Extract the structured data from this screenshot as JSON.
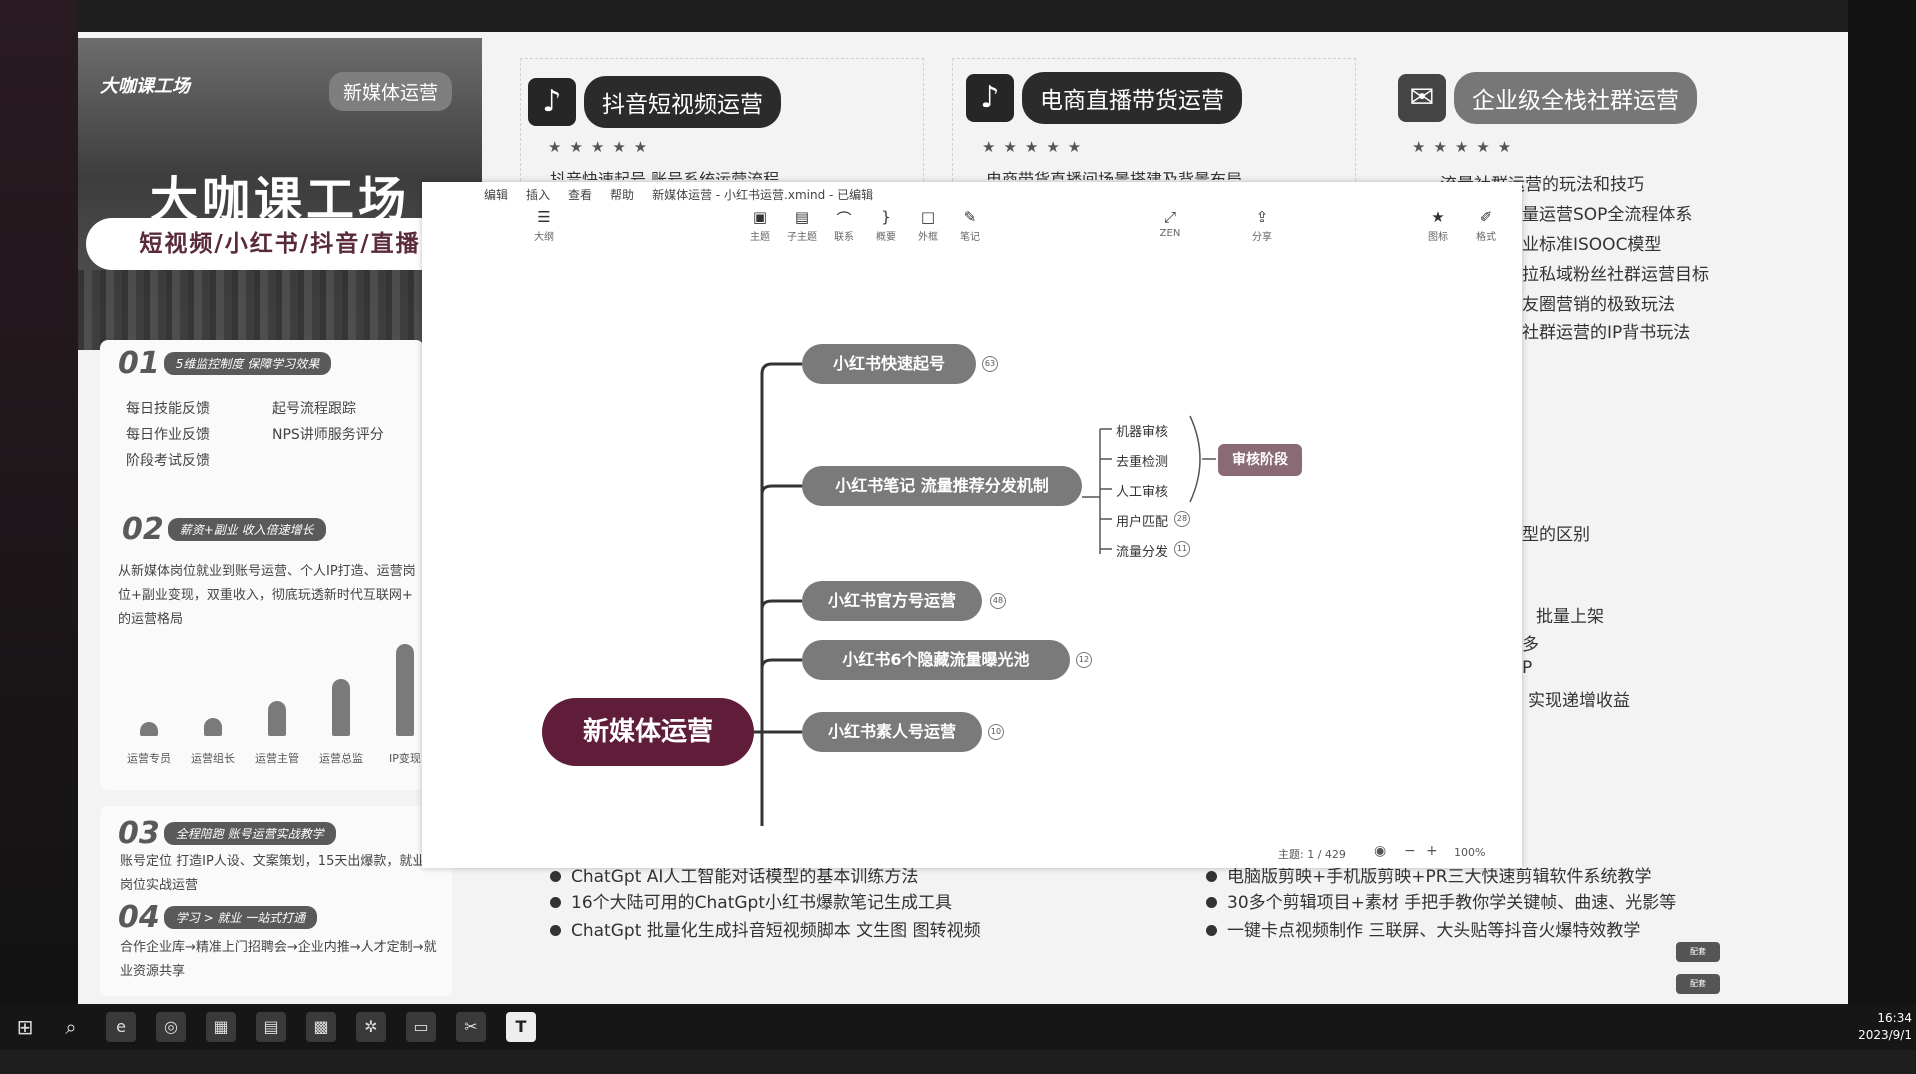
{
  "banner": {
    "logo": "大咖课工场",
    "tag": "新媒体运营",
    "title": "大咖课工场",
    "subtitle": "短视频/小红书/抖音/直播"
  },
  "left_panel": {
    "sec1_num": "01",
    "sec1_label": "5维监控制度 保障学习效果",
    "bullets": [
      "每日技能反馈",
      "起号流程跟踪",
      "每日作业反馈",
      "NPS讲师服务评分",
      "阶段考试反馈"
    ],
    "sec2_num": "02",
    "sec2_label": "薪资+副业 收入倍速增长",
    "sec2_text": "从新媒体岗位就业到账号运营、个人IP打造、运营岗位+副业变现，双重收入，彻底玩透新时代互联网+ 的运营格局",
    "bars": [
      {
        "label": "运营专员",
        "level": 0.08
      },
      {
        "label": "运营组长",
        "level": 0.2
      },
      {
        "label": "运营主管",
        "level": 0.38
      },
      {
        "label": "运营总监",
        "level": 0.62
      },
      {
        "label": "IP变现",
        "level": 1.0
      }
    ],
    "sec3_num": "03",
    "sec3_label": "全程陪跑 账号运营实战教学",
    "sec3_text": "账号定位 打造IP人设、文案策划，15天出爆款，就业岗位实战运营",
    "sec4_num": "04",
    "sec4_label": "学习 > 就业 一站式打通",
    "sec4_text": "合作企业库→精准上门招聘会→企业内推→人才定制→就业资源共享"
  },
  "courses": [
    {
      "icon": "tiktok-icon",
      "name": "抖音短视频运营",
      "stars": "★★★★★",
      "first_line": "抖音快速起号 账号系统运营流程"
    },
    {
      "icon": "tiktok-icon",
      "name": "电商直播带货运营",
      "stars": "★★★★★",
      "first_line": "电商带货直播间场景搭建及背景布局"
    },
    {
      "icon": "wechat-icon",
      "name": "企业级全栈社群运营",
      "stars": "★★★★★"
    }
  ],
  "right_list": [
    "流量社群运营的玩法和技巧",
    "量运营SOP全流程体系",
    "业标准ISOOC模型",
    "拉私域粉丝社群运营目标",
    "友圈营销的极致玩法",
    "社群运营的IP背书玩法"
  ],
  "right_fragments": [
    "型的区别",
    "批量上架",
    "多",
    "P",
    "实现递增收益"
  ],
  "bottom_left": [
    "ChatGpt AI人工智能对话模型的基本训练方法",
    "16个大陆可用的ChatGpt小红书爆款笔记生成工具",
    "ChatGpt 批量化生成抖音短视频脚本 文生图 图转视频"
  ],
  "bottom_right": [
    "电脑版剪映+手机版剪映+PR三大快速剪辑软件系统教学",
    "30多个剪辑项目+素材 手把手教你学关键帧、曲速、光影等",
    "一键卡点视频制作 三联屏、大头贴等抖音火爆特效教学"
  ],
  "mini_buttons": [
    "配套",
    "配套"
  ],
  "xmind": {
    "menu": [
      "编辑",
      "插入",
      "查看",
      "帮助"
    ],
    "title": "新媒体运营 - 小红书运营.xmind - 已编辑",
    "sidebar_label": "大纲",
    "tools": [
      "主题",
      "子主题",
      "联系",
      "概要",
      "外框",
      "笔记"
    ],
    "zen": "ZEN",
    "share": "分享",
    "icons_label": "图标",
    "format_label": "格式",
    "root": "新媒体运营",
    "branches": [
      {
        "label": "小红书快速起号",
        "count": "63"
      },
      {
        "label": "小红书笔记 流量推荐分发机制",
        "count": ""
      },
      {
        "label": "小红书官方号运营",
        "count": "48"
      },
      {
        "label": "小红书6个隐藏流量曝光池",
        "count": "12"
      },
      {
        "label": "小红书素人号运营",
        "count": "10"
      }
    ],
    "sub_leaves": [
      "机器审核",
      "去重检测",
      "人工审核",
      "用户匹配",
      "流量分发"
    ],
    "sub_counts": {
      "match": "28",
      "dist": "11"
    },
    "review_label": "审核阶段",
    "status_topics": "主题: 1 / 429",
    "status_zoom": "100%"
  },
  "taskbar": {
    "time": "16:34",
    "date": "2023/9/1"
  }
}
